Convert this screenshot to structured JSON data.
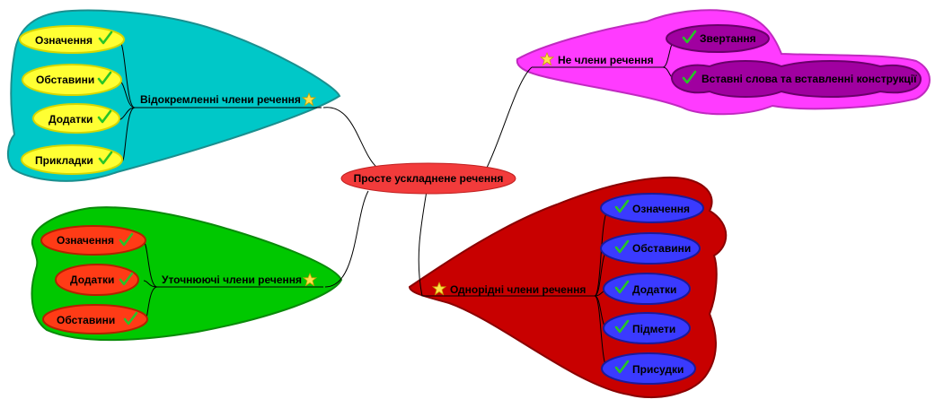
{
  "center": {
    "label": "Просте ускладнене речення",
    "color": "#f23b3b"
  },
  "branches": {
    "separated": {
      "label": "Відокремленні члени речення",
      "bg": "#00c8c8",
      "stroke": "#1a8f8f",
      "leaf_fill": "#ffff33",
      "leaf_stroke": "#d6d600",
      "icon": "star-icon",
      "items": [
        {
          "label": "Означення",
          "icon": "check-icon"
        },
        {
          "label": "Обставини",
          "icon": "check-icon"
        },
        {
          "label": "Додатки",
          "icon": "check-icon"
        },
        {
          "label": "Прикладки",
          "icon": "check-icon"
        }
      ]
    },
    "clarifying": {
      "label": "Уточнюючі члени речення",
      "bg": "#00c800",
      "stroke": "#0a8a0a",
      "leaf_fill": "#ff3b16",
      "leaf_stroke": "#b52000",
      "icon": "star-icon",
      "items": [
        {
          "label": "Означення",
          "icon": "check-icon"
        },
        {
          "label": "Додатки",
          "icon": "check-icon"
        },
        {
          "label": "Обставини",
          "icon": "check-icon"
        }
      ]
    },
    "non_members": {
      "label": "Не члени речення",
      "bg": "#ff3bff",
      "stroke": "#c02ac0",
      "leaf_fill": "#a000a0",
      "leaf_stroke": "#6a006a",
      "icon": "star-icon",
      "items": [
        {
          "label": "Звертання",
          "icon": "check-icon"
        },
        {
          "label": "Вставні слова та вставленні конструкції",
          "icon": "check-icon"
        }
      ]
    },
    "homogeneous": {
      "label": "Однорідні члени речення",
      "bg": "#c80000",
      "stroke": "#8a0000",
      "leaf_fill": "#3a3aff",
      "leaf_stroke": "#1a1a9a",
      "icon": "star-icon",
      "items": [
        {
          "label": "Означення",
          "icon": "check-icon"
        },
        {
          "label": "Обставини",
          "icon": "check-icon"
        },
        {
          "label": "Додатки",
          "icon": "check-icon"
        },
        {
          "label": "Підмети",
          "icon": "check-icon"
        },
        {
          "label": "Присудки",
          "icon": "check-icon"
        }
      ]
    }
  }
}
